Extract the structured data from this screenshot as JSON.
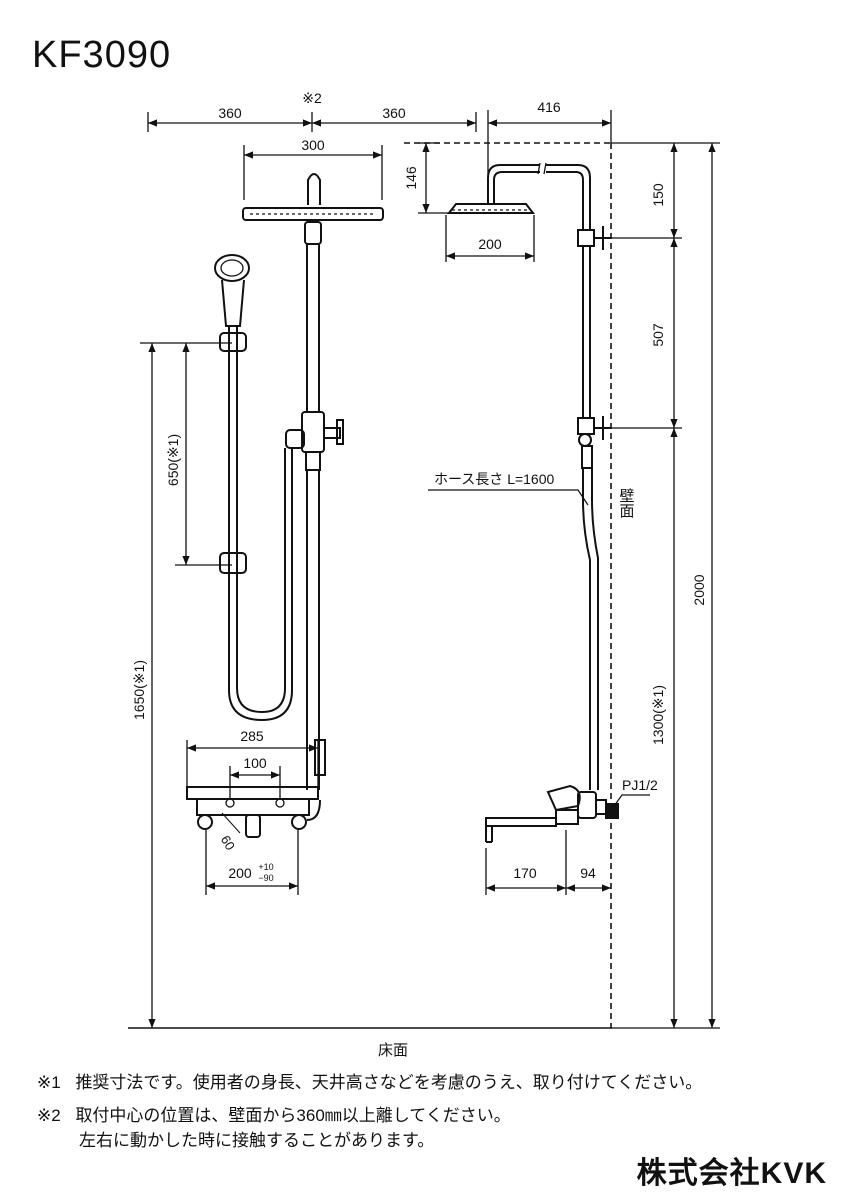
{
  "title": "KF3090",
  "brand": "株式会社KVK",
  "dims": {
    "d360a": "360",
    "d360b": "360",
    "mark2": "※2",
    "d300": "300",
    "d416": "416",
    "d146": "146",
    "d200top": "200",
    "d150": "150",
    "d507": "507",
    "d650": "650(※1)",
    "d1650": "1650(※1)",
    "d2000": "2000",
    "d1300": "1300(※1)",
    "d285": "285",
    "d100": "100",
    "d60": "60",
    "d200bot": "200",
    "tol_plus": "+10",
    "tol_minus": "−90",
    "d170": "170",
    "d94": "94",
    "pj": "PJ1/2"
  },
  "labels": {
    "hose": "ホース長さ L=1600",
    "wall": "壁面",
    "floor": "床面"
  },
  "notes": {
    "n1_mark": "※1",
    "n1_text": "推奨寸法です。使用者の身長、天井高さなどを考慮のうえ、取り付けてください。",
    "n2_mark": "※2",
    "n2_text1": "取付中心の位置は、壁面から360㎜以上離してください。",
    "n2_text2": "左右に動かした時に接触することがあります。"
  }
}
